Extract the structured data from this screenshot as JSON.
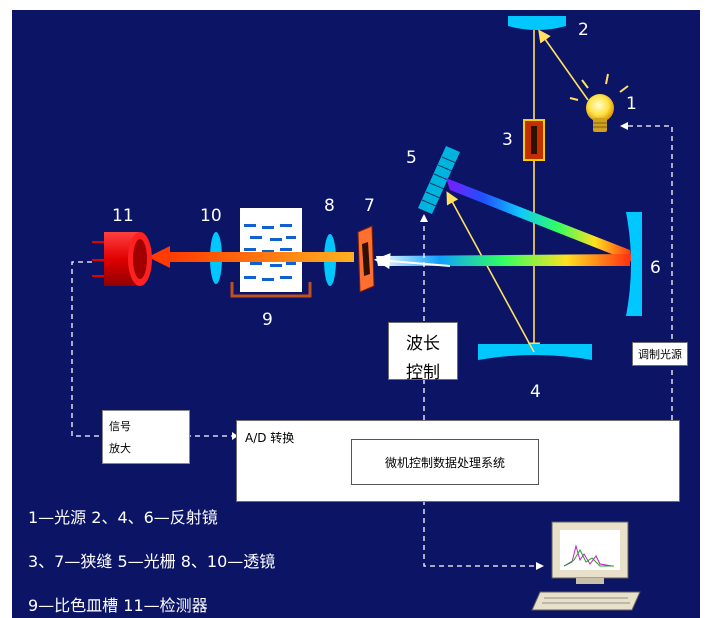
{
  "colors": {
    "background": "#0b1465",
    "beam": "#ffe060",
    "mirror": "#00c8ff",
    "detector": "#e00000",
    "dashed": "#ffffff",
    "arrow_red": "#ff3b00"
  },
  "diagram": {
    "component_labels": {
      "n1": "1",
      "n2": "2",
      "n3": "3",
      "n4": "4",
      "n5": "5",
      "n6": "6",
      "n7": "7",
      "n8": "8",
      "n9": "9",
      "n10": "10",
      "n11": "11"
    },
    "boxes": {
      "wavelength_control_line1": "波长",
      "wavelength_control_line2": "控制",
      "modulate_source": "调制光源",
      "signal_line1": "信号",
      "signal_line2": "放大",
      "ad_convert": "A/D 转换",
      "microcomputer": "微机控制数据处理系统"
    },
    "legend": {
      "line1": "1—光源    2、4、6—反射镜",
      "line2": "3、7—狭缝   5—光栅   8、10—透镜",
      "line3": "9—比色皿槽   11—检测器"
    }
  }
}
